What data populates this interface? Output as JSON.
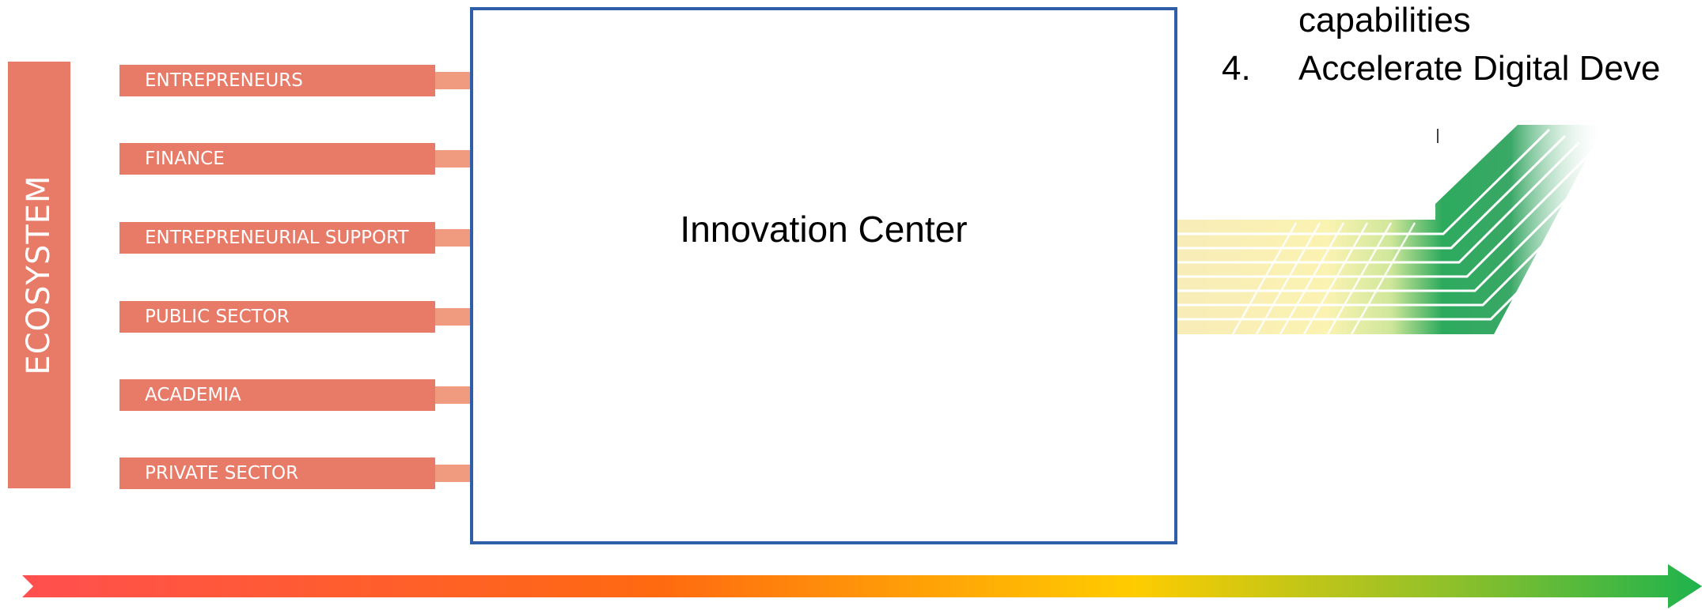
{
  "ecosystem": {
    "label": "ECOSYSTEM",
    "stakeholders": [
      "ENTREPRENEURS",
      "FINANCE",
      "ENTREPRENEURIAL SUPPORT",
      "PUBLIC SECTOR",
      "ACADEMIA",
      "PRIVATE SECTOR"
    ]
  },
  "center": {
    "title": "Innovation Center"
  },
  "list": {
    "partial_line": "capabilities",
    "item_number": "4.",
    "item_text": "Accelerate Digital Deve"
  },
  "colors": {
    "stakeholder_fill": "#e87a68",
    "box_border": "#2e5ea8",
    "gradient_start": "#ff4f4f",
    "gradient_mid": "#ffcc00",
    "gradient_end": "#1eb34d"
  }
}
